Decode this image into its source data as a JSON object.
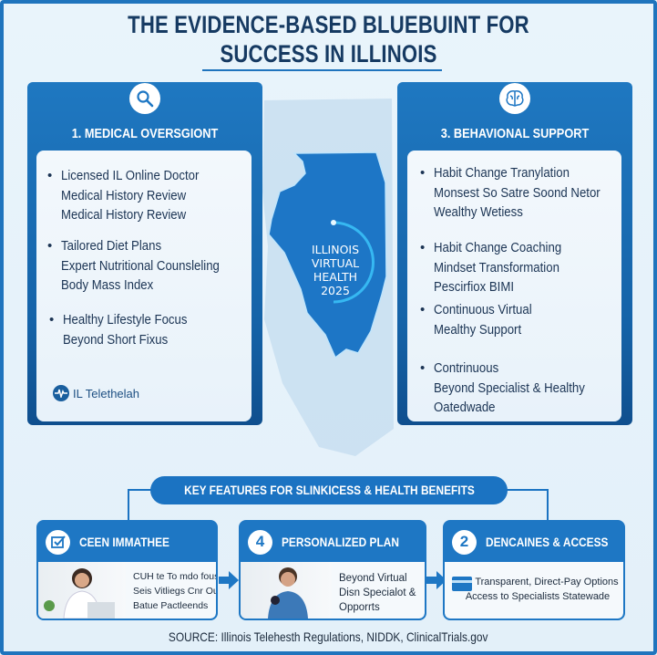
{
  "title": {
    "line1": "THE EVIDENCE-BASED BLUEBUINT FOR",
    "line2": "SUCCESS IN ILLINOIS"
  },
  "left_panel": {
    "icon": "search-icon",
    "heading": "1. MEDICAL OVERSGIONT",
    "bullets": [
      {
        "lines": [
          "Licensed IL Online Doctor",
          "Medical History Review",
          "Medical History Review"
        ]
      },
      {
        "lines": [
          "Tailored Diet Plans",
          "Expert Nutritional Counsleling",
          "Body Mass Index"
        ]
      },
      {
        "lines": [
          "Healthy Lifestyle Focus",
          "Beyond Short Fixus"
        ]
      }
    ],
    "brand": "IL Telethelah"
  },
  "right_panel": {
    "icon": "brain-icon",
    "heading": "3. BEHAVIONAL SUPPORT",
    "bullets": [
      {
        "lines": [
          "Habit Change Tranylation",
          "Monsest So Satre Soond Netor",
          "Wealthy Wetiess"
        ]
      },
      {
        "lines": [
          "Habit Change Coaching",
          "Mindset Transformation",
          "Pescirfiox BIMI"
        ]
      },
      {
        "lines": [
          "Continuous Virtual",
          "Mealthy Support"
        ]
      },
      {
        "lines": [
          "Contrinuous",
          "Beyond Specialist & Healthy",
          "Oatedwade"
        ]
      }
    ]
  },
  "map": {
    "lines": [
      "ILLINOIS",
      "VIRTUAL",
      "HEALTH",
      "2025"
    ],
    "accent": "#2fb6f0"
  },
  "features": {
    "title": "KEY FEATURES FOR SLINKICESS & HEALTH BENEFITS",
    "boxes": [
      {
        "icon": "checkbox-icon",
        "label": "CEEN IMMATHEE",
        "text": [
          "CUH te To mdo fous",
          "Seis Vitliegs Cnr Ous",
          "Batue Pactleends"
        ]
      },
      {
        "badge": "4",
        "label": "PERSONALIZED PLAN",
        "text": [
          "Beyond Virtual",
          "Disn Specialot &",
          "Opporrts"
        ]
      },
      {
        "badge": "2",
        "label": "DENCAINES & ACCESS",
        "text": [
          "Transparent, Direct-Pay Options",
          "Access to Specialists Statewade"
        ]
      }
    ]
  },
  "source": "SOURCE: Illinois Telehesth Regulations, NIDDK, ClinicalTrials.gov",
  "colors": {
    "primary": "#1e77c4",
    "dark_text": "#163a62",
    "background": "#e7f2fa"
  }
}
